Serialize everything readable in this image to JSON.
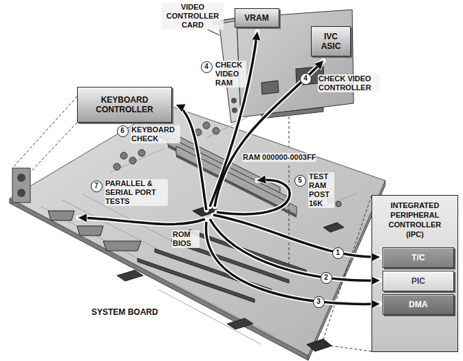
{
  "diagram": {
    "nodes": [
      {
        "text": [
          "VRAM"
        ]
      },
      {
        "text": [
          "IVC ASIC"
        ]
      },
      {
        "text": [
          "KEYBOARD CONTROLLER"
        ]
      },
      {
        "text": [
          "INTEGRATED PERIPHERAL CONTROLLER (IPC)"
        ]
      },
      {
        "text": [
          "T/C"
        ],
        "in": 3
      },
      {
        "text": [
          "PIC"
        ],
        "in": 3
      },
      {
        "text": [
          "DMA"
        ],
        "in": 3
      }
    ],
    "labels": [
      "VIDEO CONTROLLER CARD",
      "4",
      "CHECK VIDEO RAM",
      "4",
      "CHECK VIDEO CONTROLLER",
      "6",
      "KEYBOARD CHECK",
      "RAM 000000-0003FF",
      "5",
      "TEST RAM POST 16K",
      "7",
      "PARALLEL & SERIAL PORT TESTS",
      "ROM BIOS",
      "1",
      "2",
      "3",
      "SYSTEM BOARD"
    ]
  }
}
